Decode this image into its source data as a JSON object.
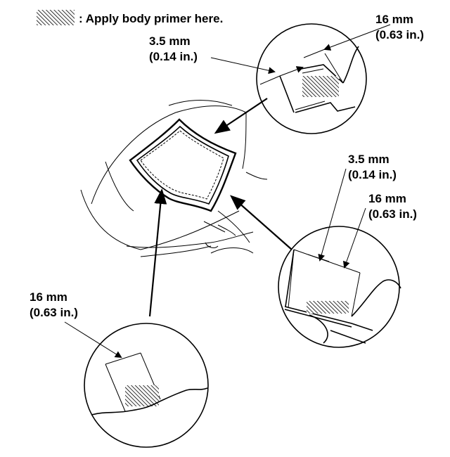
{
  "legend": {
    "text": ": Apply body primer here.",
    "swatch_icon": "hatched-swatch-icon"
  },
  "callouts": {
    "top": {
      "inner_width": {
        "mm": "3.5 mm",
        "in": "(0.14 in.)"
      },
      "primer_width": {
        "mm": "16 mm",
        "in": "(0.63 in.)"
      }
    },
    "right": {
      "inner_width": {
        "mm": "3.5 mm",
        "in": "(0.14 in.)"
      },
      "primer_width": {
        "mm": "16 mm",
        "in": "(0.63 in.)"
      }
    },
    "bottom": {
      "primer_width": {
        "mm": "16 mm",
        "in": "(0.63 in.)"
      }
    }
  },
  "colors": {
    "line": "#000000",
    "background": "#ffffff"
  }
}
